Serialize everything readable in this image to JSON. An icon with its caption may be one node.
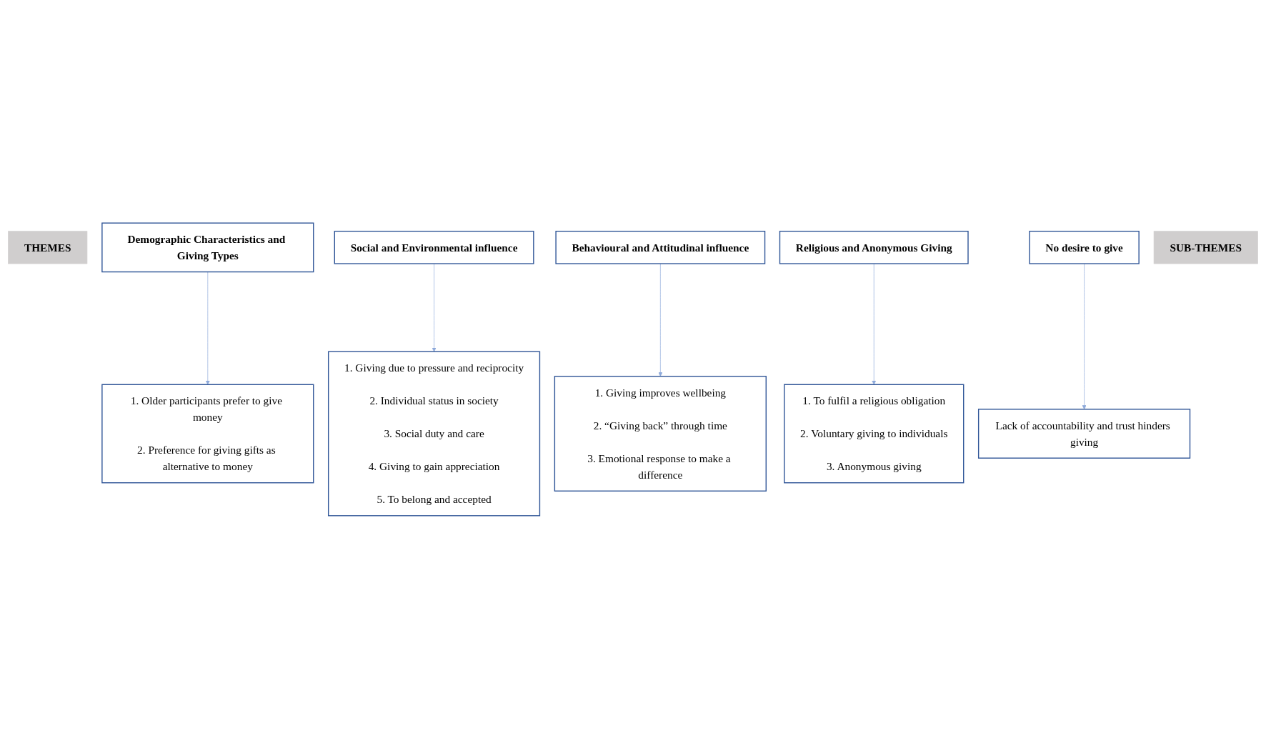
{
  "diagram": {
    "nodes": [
      {
        "text": [
          "THEMES"
        ]
      },
      {
        "text": [
          "Demographic Characteristics and Giving Types"
        ]
      },
      {
        "text": [
          "Social and Environmental influence"
        ]
      },
      {
        "text": [
          "Behavioural and Attitudinal influence"
        ]
      },
      {
        "text": [
          "Religious and Anonymous Giving"
        ]
      },
      {
        "text": [
          "No desire to give"
        ]
      },
      {
        "text": [
          "SUB-THEMES"
        ]
      },
      {
        "text": [
          "1. Older participants prefer to give money",
          "2. Preference for giving gifts as alternative to money"
        ]
      },
      {
        "text": [
          "1. Giving due to pressure and reciprocity",
          "2. Individual status in society",
          "3. Social duty and care",
          "4. Giving to gain appreciation",
          "5. To belong and accepted"
        ]
      },
      {
        "text": [
          "1. Giving improves wellbeing",
          "2. “Giving back” through time",
          "3. Emotional response to make a difference"
        ]
      },
      {
        "text": [
          "1. To fulfil a religious obligation",
          "2. Voluntary giving to individuals",
          "3. Anonymous giving"
        ]
      },
      {
        "text": [
          "Lack of accountability and trust hinders giving"
        ]
      }
    ],
    "edges": [
      {
        "from": 1,
        "to": 7,
        "arrow": "to"
      },
      {
        "from": 2,
        "to": 8,
        "arrow": "to"
      },
      {
        "from": 3,
        "to": 9,
        "arrow": "to"
      },
      {
        "from": 4,
        "to": 10,
        "arrow": "to"
      },
      {
        "from": 5,
        "to": 11,
        "arrow": "to"
      }
    ]
  }
}
